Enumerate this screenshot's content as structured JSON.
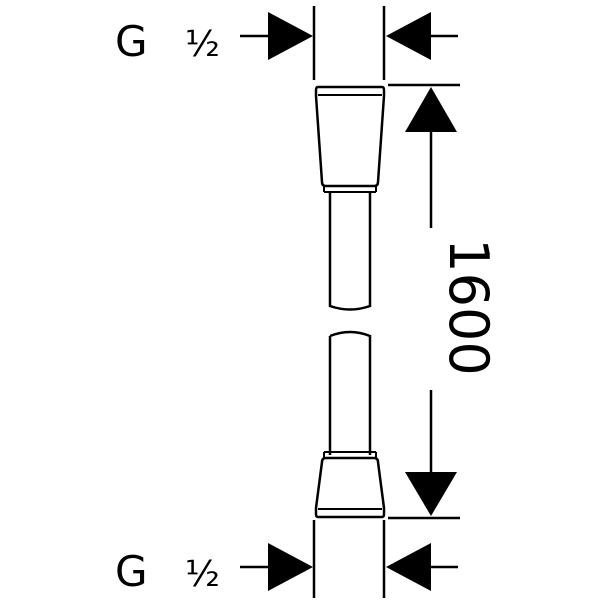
{
  "drawing": {
    "top_thread": {
      "letter": "G",
      "size": "½"
    },
    "bottom_thread": {
      "letter": "G",
      "size": "½"
    },
    "length_label": "1600"
  },
  "colors": {
    "line": "#000000",
    "background": "#ffffff"
  }
}
